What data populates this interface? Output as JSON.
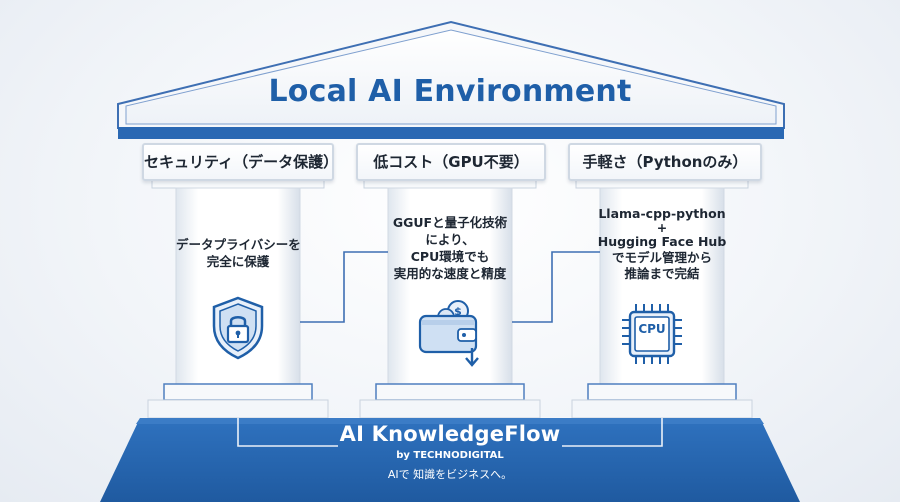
{
  "title": "Local AI Environment",
  "pillars": [
    {
      "label": "セキュリティ（データ保護）",
      "lines": [
        "データプライバシーを",
        "完全に保護"
      ],
      "icon": "shield-lock-icon"
    },
    {
      "label": "低コスト（GPU不要）",
      "lines": [
        "GGUFと量子化技術",
        "により、",
        "CPU環境でも",
        "実用的な速度と精度"
      ],
      "icon": "wallet-coin-icon"
    },
    {
      "label": "手軽さ（Pythonのみ）",
      "lines": [
        "Llama-cpp-python",
        "+",
        "Hugging Face Hub",
        "でモデル管理から",
        "推論まで完結"
      ],
      "icon": "cpu-chip-icon",
      "icon_text": "CPU"
    }
  ],
  "footer": {
    "brand": "AI KnowledgeFlow",
    "by": "by TECHNODIGITAL",
    "tagline": "AIで 知識をビジネスへ。"
  },
  "colors": {
    "accent": "#1f5fa8",
    "base_blue": "#2a68b3",
    "outline": "#4f7fbf"
  }
}
